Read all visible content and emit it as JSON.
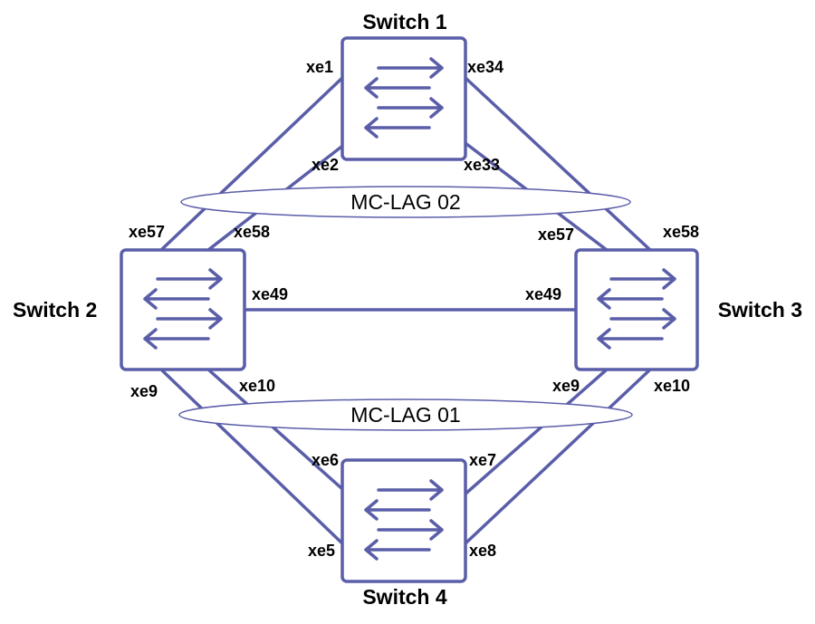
{
  "colors": {
    "line": "#5a5ea8",
    "text": "#000000",
    "background": "#ffffff"
  },
  "switches": {
    "s1": {
      "label": "Switch 1",
      "icon": "switch-arrows-icon"
    },
    "s2": {
      "label": "Switch 2",
      "icon": "switch-arrows-icon"
    },
    "s3": {
      "label": "Switch 3",
      "icon": "switch-arrows-icon"
    },
    "s4": {
      "label": "Switch 4",
      "icon": "switch-arrows-icon"
    }
  },
  "lags": {
    "lag02": {
      "label": "MC-LAG 02"
    },
    "lag01": {
      "label": "MC-LAG 01"
    }
  },
  "links": [
    {
      "from": "Switch 1",
      "from_port": "xe1",
      "to": "Switch 2",
      "to_port": "xe57"
    },
    {
      "from": "Switch 1",
      "from_port": "xe2",
      "to": "Switch 2",
      "to_port": "xe58"
    },
    {
      "from": "Switch 1",
      "from_port": "xe34",
      "to": "Switch 3",
      "to_port": "xe58"
    },
    {
      "from": "Switch 1",
      "from_port": "xe33",
      "to": "Switch 3",
      "to_port": "xe57"
    },
    {
      "from": "Switch 2",
      "from_port": "xe49",
      "to": "Switch 3",
      "to_port": "xe49"
    },
    {
      "from": "Switch 2",
      "from_port": "xe9",
      "to": "Switch 4",
      "to_port": "xe5"
    },
    {
      "from": "Switch 2",
      "from_port": "xe10",
      "to": "Switch 4",
      "to_port": "xe6"
    },
    {
      "from": "Switch 3",
      "from_port": "xe9",
      "to": "Switch 4",
      "to_port": "xe7"
    },
    {
      "from": "Switch 3",
      "from_port": "xe10",
      "to": "Switch 4",
      "to_port": "xe8"
    }
  ],
  "ports": {
    "s1_xe1": "xe1",
    "s1_xe2": "xe2",
    "s1_xe34": "xe34",
    "s1_xe33": "xe33",
    "s2_xe57": "xe57",
    "s2_xe58": "xe58",
    "s2_xe49": "xe49",
    "s2_xe9": "xe9",
    "s2_xe10": "xe10",
    "s3_xe57": "xe57",
    "s3_xe58": "xe58",
    "s3_xe49": "xe49",
    "s3_xe9": "xe9",
    "s3_xe10": "xe10",
    "s4_xe6": "xe6",
    "s4_xe7": "xe7",
    "s4_xe5": "xe5",
    "s4_xe8": "xe8"
  }
}
